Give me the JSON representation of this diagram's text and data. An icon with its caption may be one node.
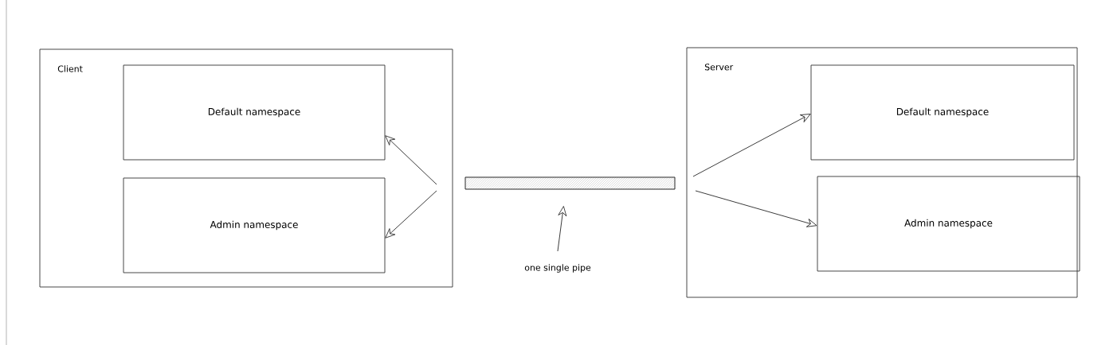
{
  "diagram": {
    "nodes": [
      {
        "text": [
          "Client"
        ]
      },
      {
        "text": [
          "Default namespace"
        ],
        "in": 0
      },
      {
        "text": [
          "Admin namespace"
        ],
        "in": 0
      },
      {
        "text": [],
        "shape": "bar"
      },
      {
        "text": [
          "Server"
        ]
      },
      {
        "text": [
          "Default namespace"
        ],
        "in": 4
      },
      {
        "text": [
          "Admin namespace"
        ],
        "in": 4
      },
      {
        "text": [
          "one single pipe"
        ]
      }
    ],
    "edges": [
      {
        "from": null,
        "to": 1,
        "arrow": "to"
      },
      {
        "from": null,
        "to": 2,
        "arrow": "to"
      },
      {
        "from": null,
        "to": 5,
        "arrow": "to"
      },
      {
        "from": null,
        "to": 6,
        "arrow": "to"
      },
      {
        "from": 7,
        "to": 3,
        "arrow": "to"
      }
    ]
  }
}
